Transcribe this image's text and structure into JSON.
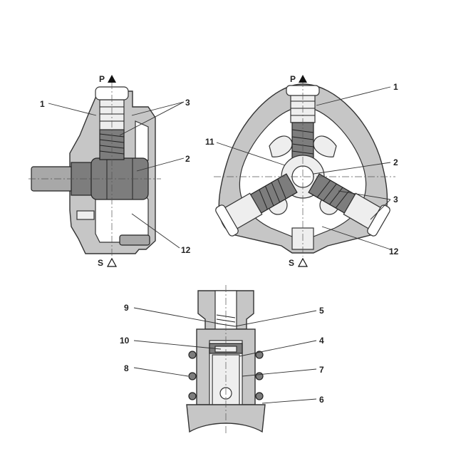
{
  "ports": {
    "pressure": "P",
    "suction": "S"
  },
  "callouts": [
    {
      "id": "left-1",
      "text": "1"
    },
    {
      "id": "left-3",
      "text": "3"
    },
    {
      "id": "left-2",
      "text": "2"
    },
    {
      "id": "left-12",
      "text": "12"
    },
    {
      "id": "right-1",
      "text": "1"
    },
    {
      "id": "right-11",
      "text": "11"
    },
    {
      "id": "right-2",
      "text": "2"
    },
    {
      "id": "right-3",
      "text": "3"
    },
    {
      "id": "right-12",
      "text": "12"
    },
    {
      "id": "detail-9",
      "text": "9"
    },
    {
      "id": "detail-5",
      "text": "5"
    },
    {
      "id": "detail-10",
      "text": "10"
    },
    {
      "id": "detail-4",
      "text": "4"
    },
    {
      "id": "detail-8",
      "text": "8"
    },
    {
      "id": "detail-7",
      "text": "7"
    },
    {
      "id": "detail-6",
      "text": "6"
    }
  ],
  "colors": {
    "housing": "#c6c6c6",
    "dark_part": "#7d7d7d",
    "line": "#333333"
  }
}
